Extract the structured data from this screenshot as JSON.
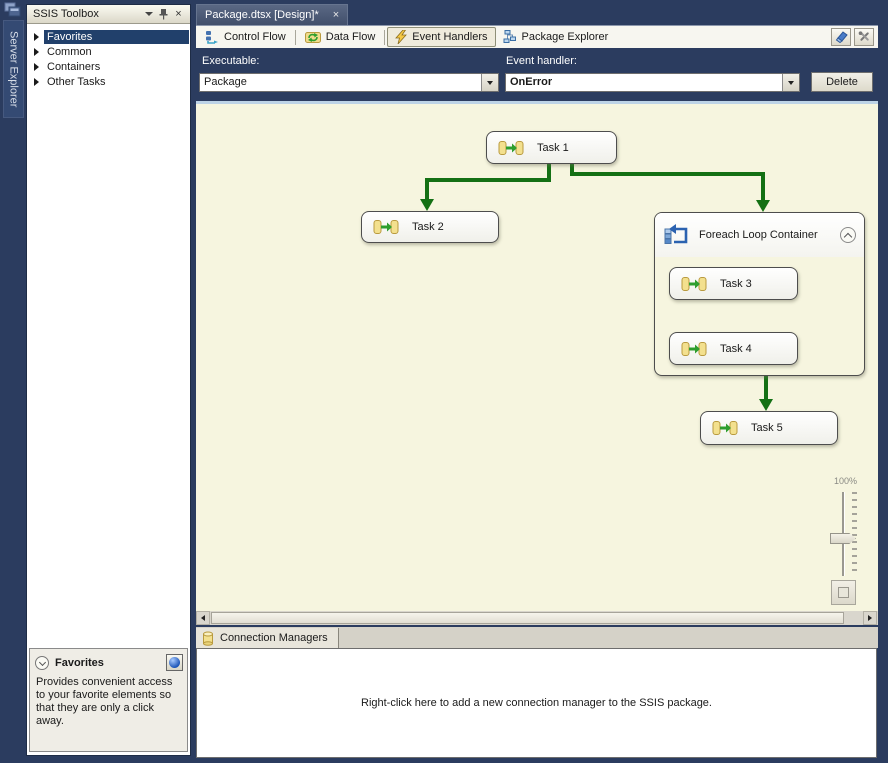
{
  "glyphs": {
    "close": "×"
  },
  "server_explorer": {
    "label": "Server Explorer"
  },
  "toolbox": {
    "title": "SSIS Toolbox",
    "items": [
      {
        "label": "Favorites",
        "selected": true
      },
      {
        "label": "Common",
        "selected": false
      },
      {
        "label": "Containers",
        "selected": false
      },
      {
        "label": "Other Tasks",
        "selected": false
      }
    ],
    "help": {
      "title": "Favorites",
      "description": "Provides convenient access to your favorite elements so that they are only a click away."
    }
  },
  "document": {
    "tab_label": "Package.dtsx [Design]*"
  },
  "designer_tabs": [
    {
      "label": "Control Flow",
      "selected": false
    },
    {
      "label": "Data Flow",
      "selected": false
    },
    {
      "label": "Event Handlers",
      "selected": true
    },
    {
      "label": "Package Explorer",
      "selected": false
    }
  ],
  "handler_bar": {
    "executable_label": "Executable:",
    "executable_value": "Package",
    "event_label": "Event handler:",
    "event_value": "OnError",
    "delete_label": "Delete"
  },
  "canvas": {
    "tasks": [
      {
        "label": "Task 1"
      },
      {
        "label": "Task 2"
      },
      {
        "label": "Task 3"
      },
      {
        "label": "Task 4"
      },
      {
        "label": "Task 5"
      }
    ],
    "container": {
      "title": "Foreach Loop Container"
    },
    "zoom": {
      "level": "100%"
    }
  },
  "connection_managers": {
    "tab_label": "Connection Managers",
    "empty_text": "Right-click here to add a new connection manager to the SSIS package."
  },
  "colors": {
    "window_navy": "#2B3C5F",
    "canvas_cream": "#F6F5DF",
    "selection_blue": "#21406B",
    "connector_green": "#147014",
    "separator_blue": "#BDD3E6"
  }
}
